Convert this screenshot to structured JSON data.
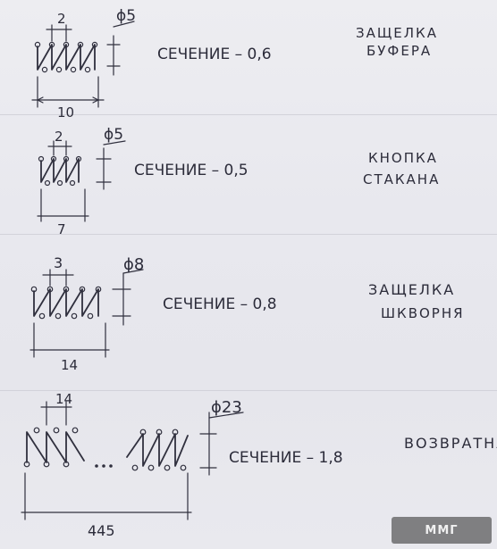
{
  "springs": [
    {
      "pitch": "2",
      "diameter": "ϕ5",
      "length": "10",
      "section": "СЕЧЕНИЕ – 0,6",
      "name_line1": "ЗАЩЕЛКА",
      "name_line2": "БУФЕРА"
    },
    {
      "pitch": "2",
      "diameter": "ϕ5",
      "length": "7",
      "section": "СЕЧЕНИЕ – 0,5",
      "name_line1": "КНОПКА",
      "name_line2": "СТАКАНА"
    },
    {
      "pitch": "3",
      "diameter": "ϕ8",
      "length": "14",
      "section": "СЕЧЕНИЕ – 0,8",
      "name_line1": "ЗАЩЕЛКА",
      "name_line2": "ШКВОРНЯ"
    },
    {
      "pitch": "14",
      "diameter": "ϕ23",
      "length": "445",
      "section": "СЕЧЕНИЕ – 1,8",
      "name_line1": "ВОЗВРАТНА"
    }
  ],
  "watermark": "ММГ"
}
